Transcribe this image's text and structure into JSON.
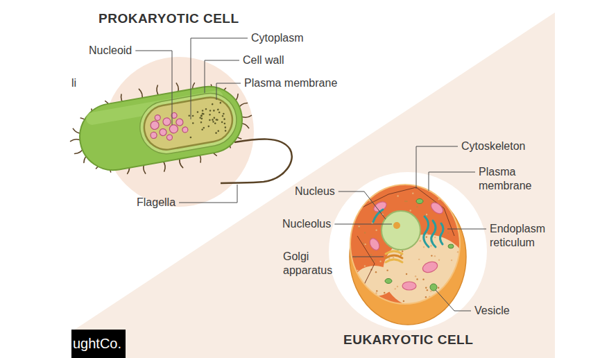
{
  "diagram": {
    "labels": [
      "PROKARYOTIC CELL",
      "Nucleoid",
      "Cytoplasm",
      "Cell wall",
      "Plasma membrane",
      "li",
      "Flagella",
      "Cytoskeleton",
      "Plasma membrane",
      "Nucleus",
      "Nucleolus",
      "Endoplasm reticulum",
      "Golgi apparatus",
      "Vesicle",
      "EUKARYOTIC CELL",
      "ughtCo."
    ]
  }
}
